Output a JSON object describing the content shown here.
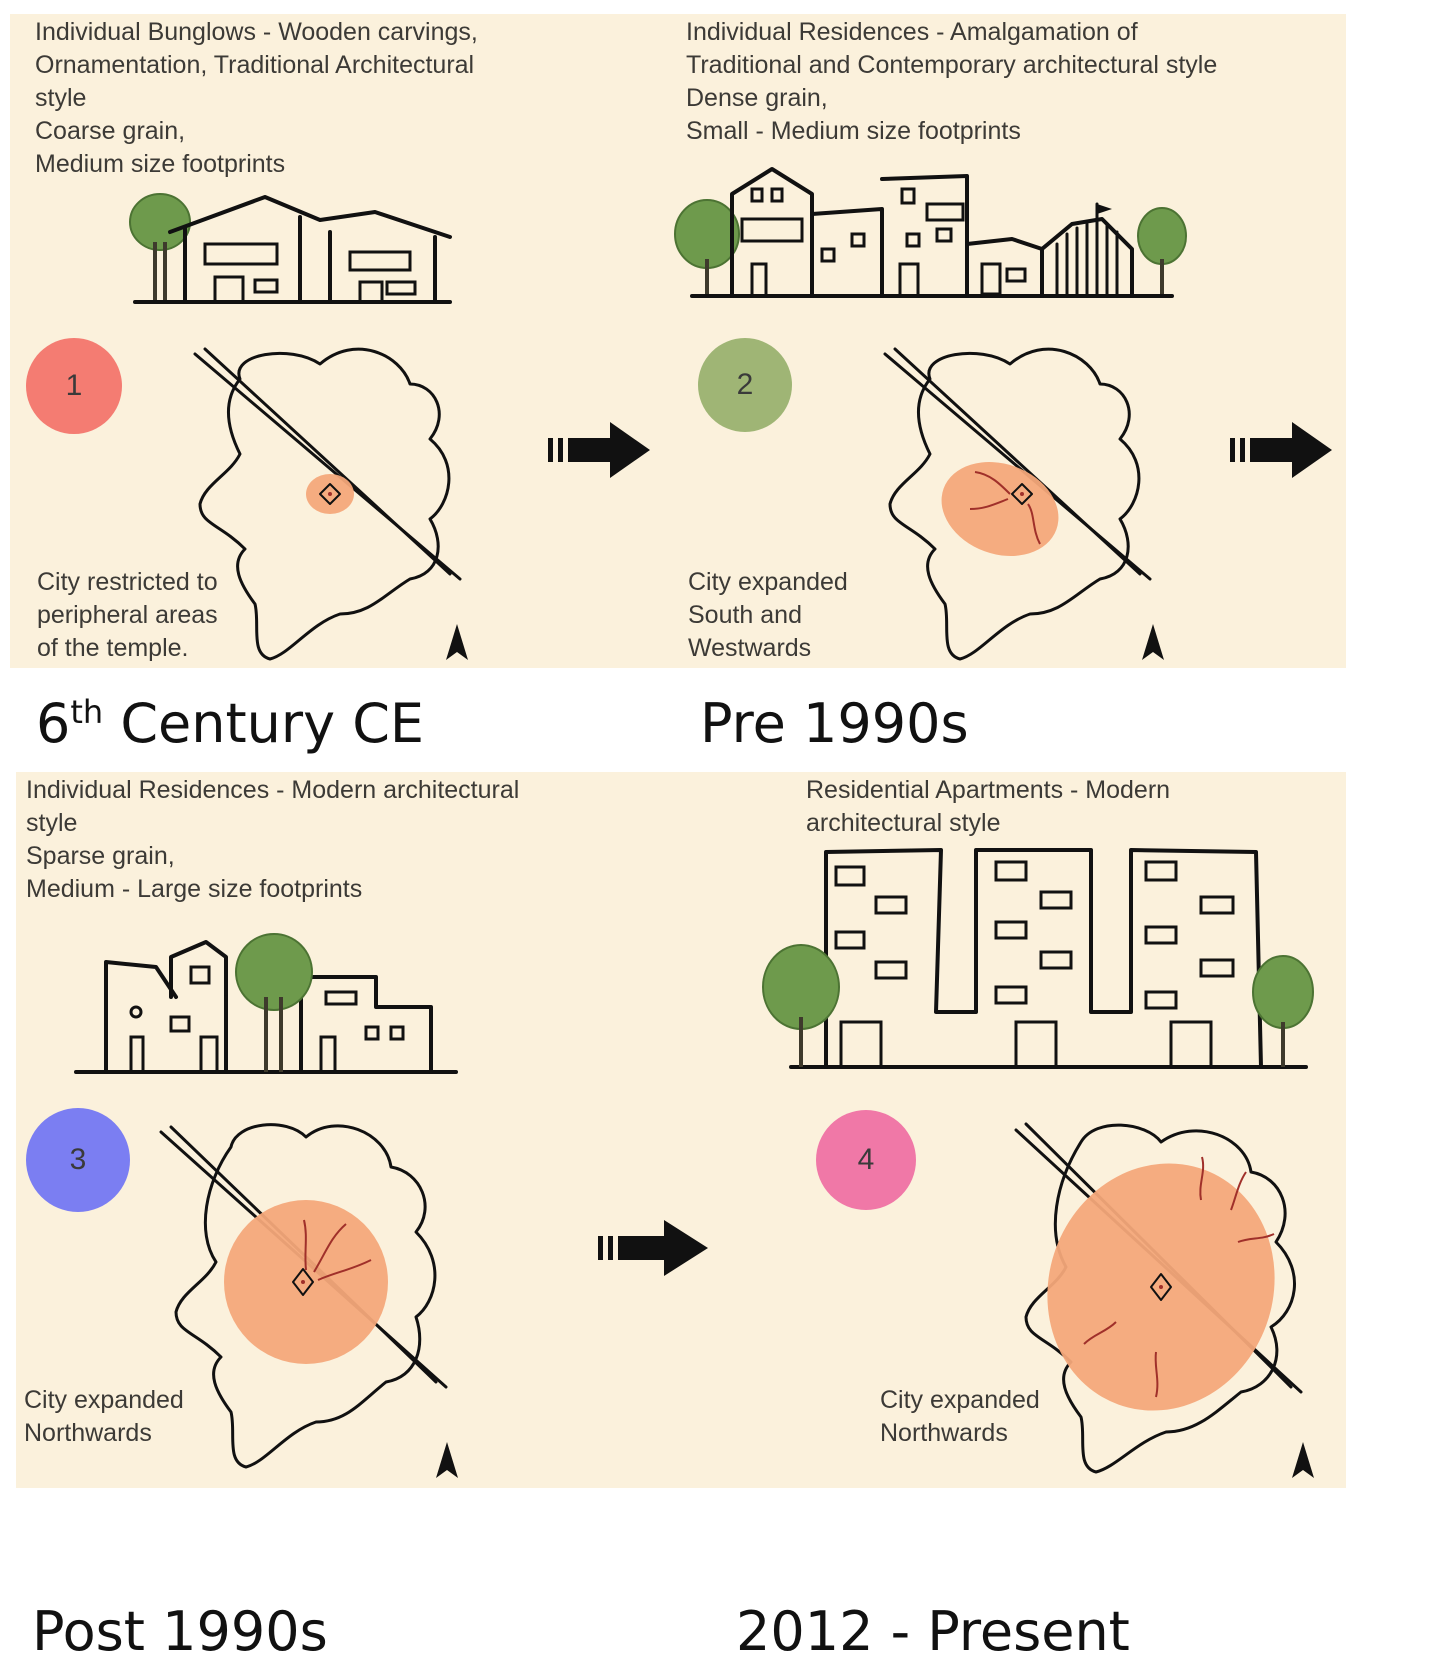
{
  "colors": {
    "panel_bg": "#fbf1dc",
    "growth_area": "#f4a87a",
    "badge_1": "#f47c72",
    "badge_2": "#9fb575",
    "badge_3": "#7b7ef2",
    "badge_4": "#f078a7"
  },
  "stages": [
    {
      "number": "1",
      "description": "Individual Bunglows - Wooden carvings,\nOrnamentation, Traditional Architectural\nstyle\nCoarse grain,\nMedium size footprints",
      "note": "City restricted to\nperipheral areas\nof the temple.",
      "caption_main": "6",
      "caption_sup": "th",
      "caption_rest": " Century CE",
      "building_icon": "bungalows-sketch",
      "map_icon": "city-map-small-core"
    },
    {
      "number": "2",
      "description": "Individual Residences - Amalgamation of\nTraditional and Contemporary architectural style\nDense grain,\nSmall - Medium size footprints",
      "note": "City expanded\nSouth and\nWestwards",
      "caption": "Pre 1990s",
      "building_icon": "dense-residences-sketch",
      "map_icon": "city-map-south-west-growth"
    },
    {
      "number": "3",
      "description": "Individual Residences - Modern architectural\nstyle\nSparse grain,\nMedium - Large size footprints",
      "note": "City expanded\nNorthwards",
      "caption": "Post 1990s",
      "building_icon": "modern-residences-sketch",
      "map_icon": "city-map-north-growth"
    },
    {
      "number": "4",
      "description": "Residential Apartments - Modern\narchitectural style",
      "note": "City expanded\nNorthwards",
      "caption": "2012 - Present",
      "building_icon": "apartments-sketch",
      "map_icon": "city-map-large-growth"
    }
  ],
  "icons": {
    "arrow": "right-arrow-icon",
    "north": "north-arrow-icon",
    "temple": "temple-marker-icon"
  }
}
